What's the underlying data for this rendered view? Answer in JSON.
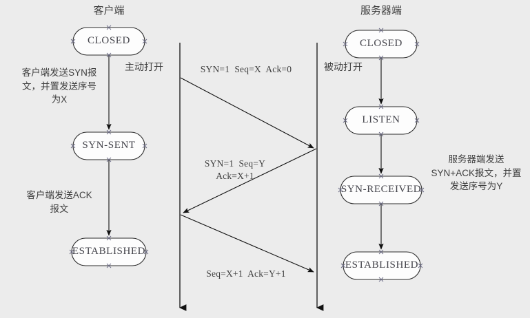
{
  "diagram": {
    "title_client": "客户端",
    "title_server": "服务器端",
    "background": "#ececec",
    "line_color": "#1a1a1a"
  },
  "client": {
    "states": [
      {
        "label": "CLOSED"
      },
      {
        "label": "SYN-SENT"
      },
      {
        "label": "ESTABLISHED"
      }
    ],
    "notes": [
      {
        "text": "客户端发送SYN报\n文，并置发送序号\n为X"
      },
      {
        "text": "客户端发送ACK\n报文"
      }
    ],
    "open_label": "主动打开"
  },
  "server": {
    "states": [
      {
        "label": "CLOSED"
      },
      {
        "label": "LISTEN"
      },
      {
        "label": "SYN-RECEIVED"
      },
      {
        "label": "ESTABLISHED"
      }
    ],
    "notes": [
      {
        "text": "服务器端发送\nSYN+ACK报文，并置\n发送序号为Y"
      }
    ],
    "open_label": "被动打开"
  },
  "messages": [
    {
      "id": "syn",
      "text": "SYN=1  Seq=X  Ack=0",
      "direction": "client-to-server"
    },
    {
      "id": "syn-ack",
      "text": "SYN=1  Seq=Y\nAck=X+1",
      "direction": "server-to-client"
    },
    {
      "id": "ack",
      "text": "Seq=X+1  Ack=Y+1",
      "direction": "client-to-server"
    }
  ]
}
